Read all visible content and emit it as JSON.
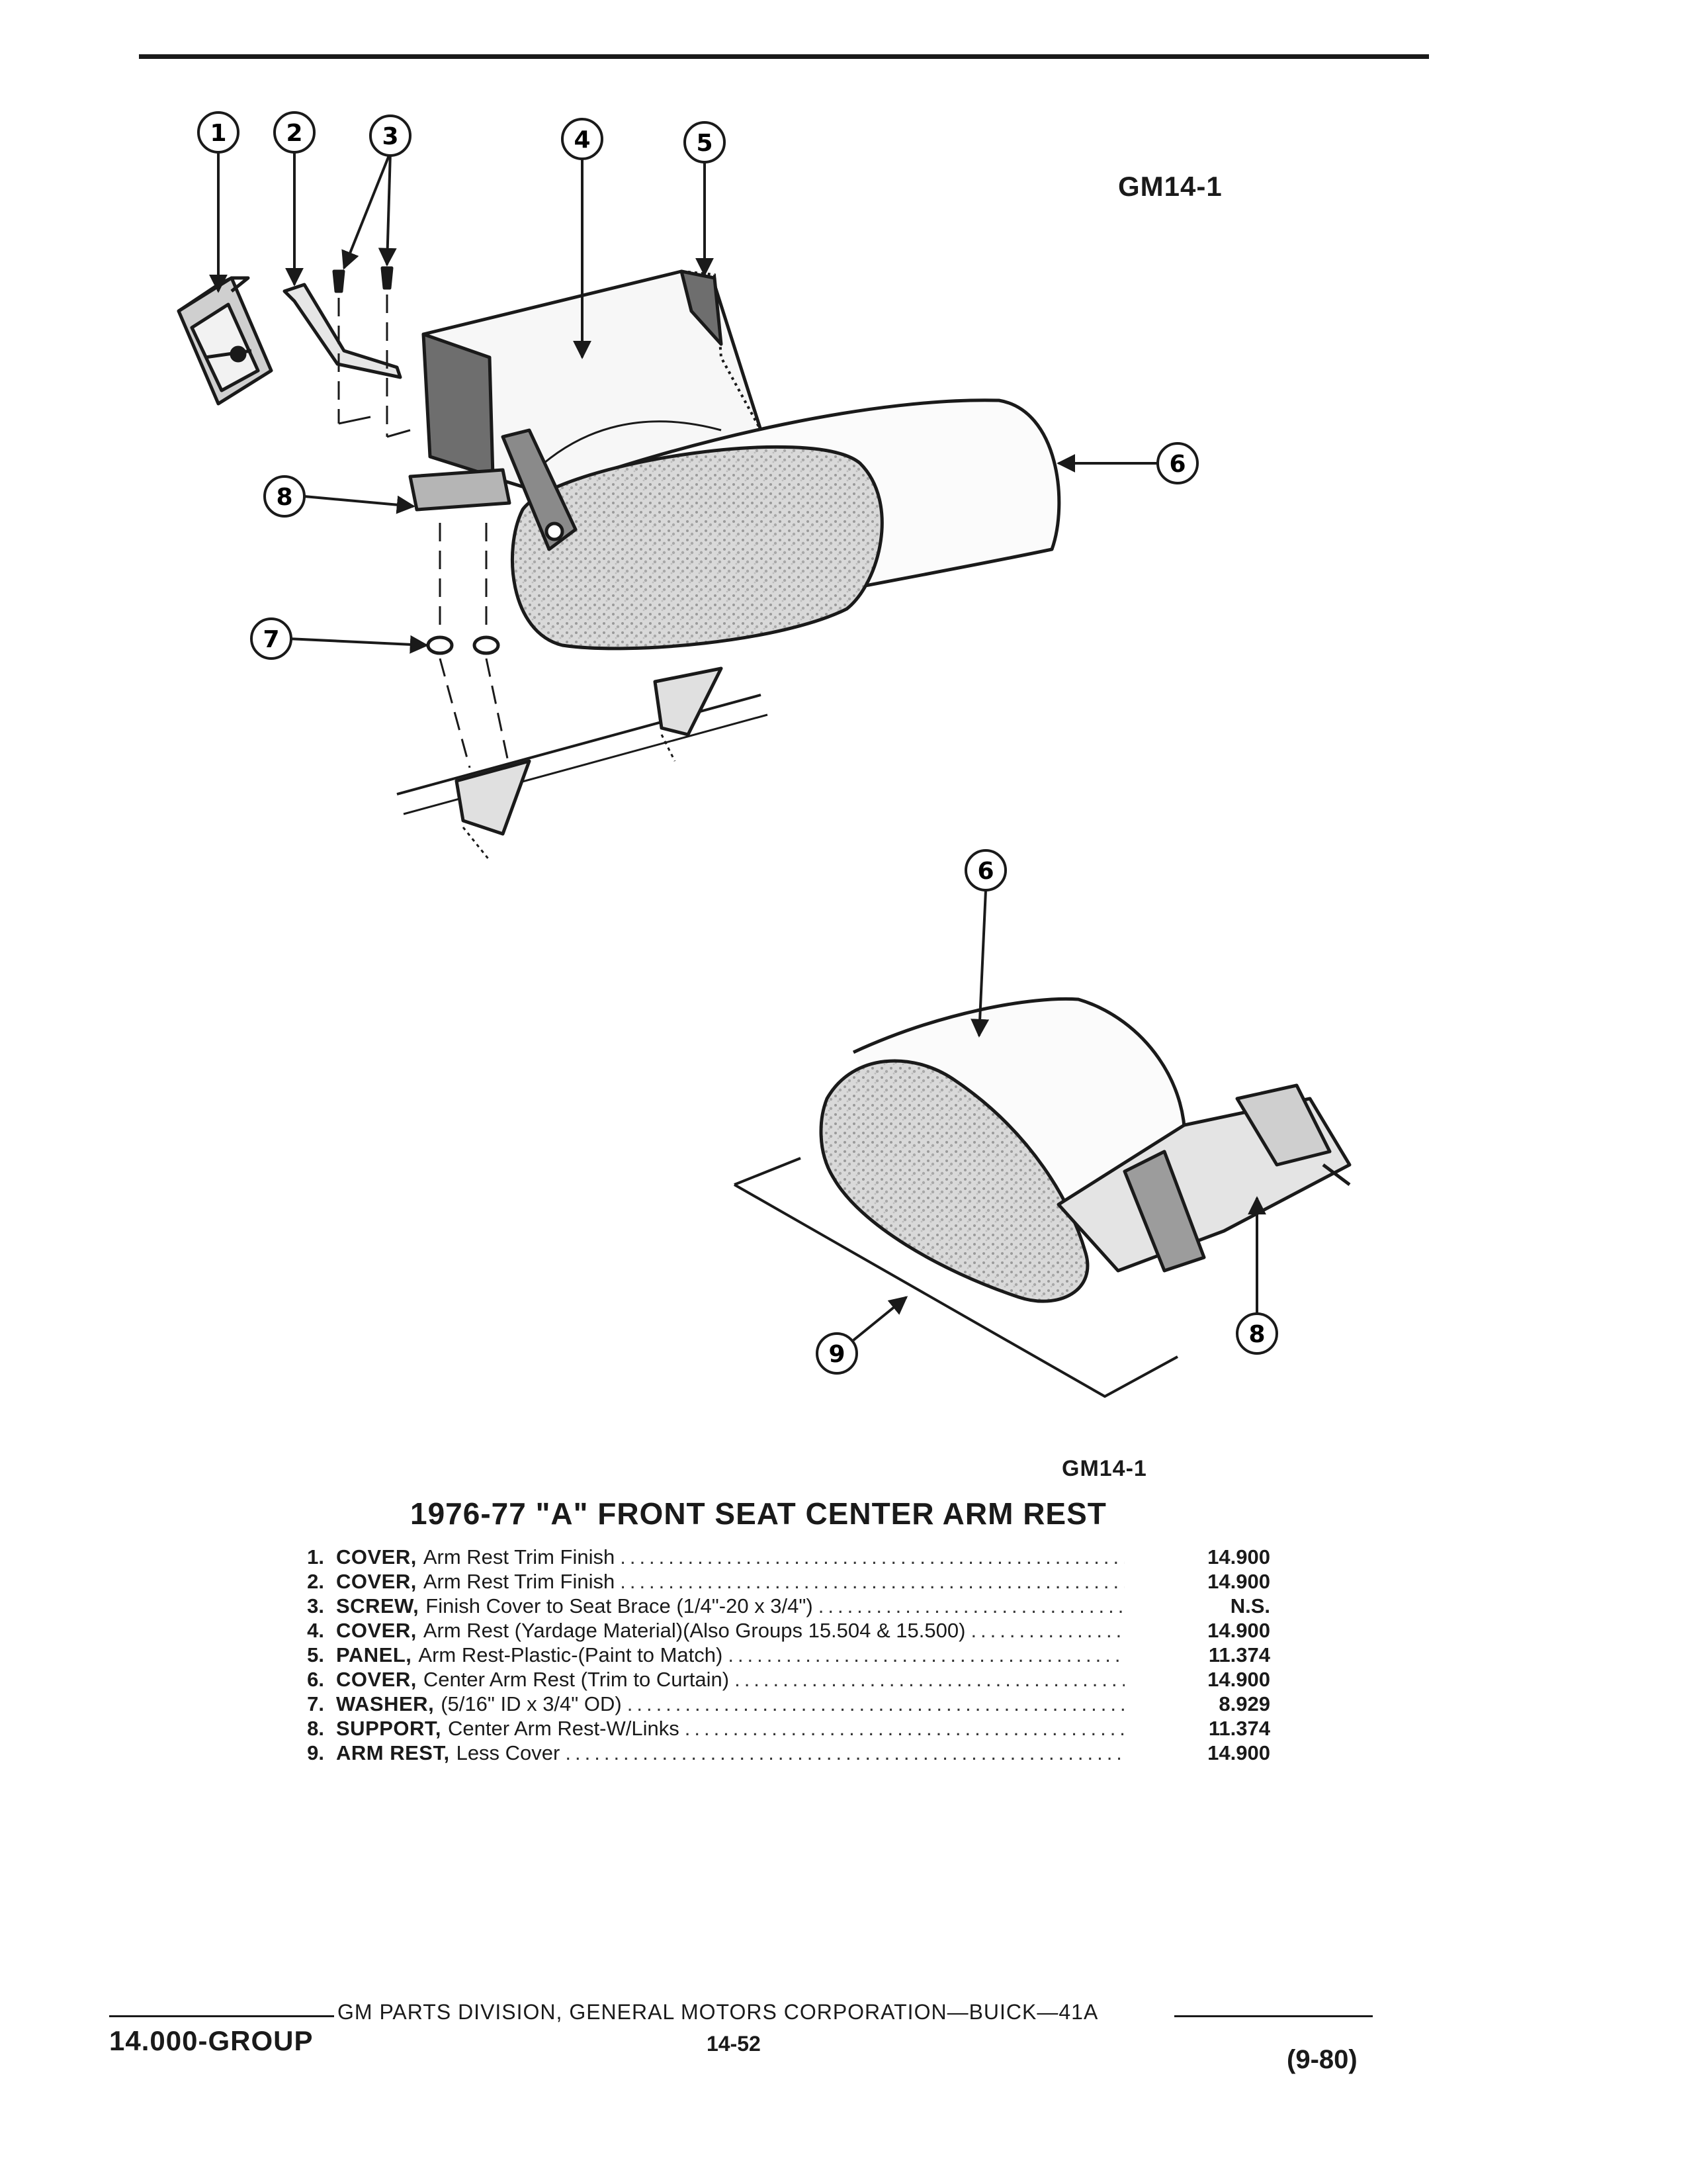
{
  "figure_code_top": "GM14-1",
  "figure_code_bottom": "GM14-1",
  "callouts": [
    "1",
    "2",
    "3",
    "4",
    "5",
    "6",
    "8",
    "7",
    "6",
    "9",
    "8"
  ],
  "section_title": "1976-77 \"A\" FRONT SEAT CENTER ARM REST",
  "parts": [
    {
      "num": "1.",
      "name": "COVER,",
      "desc": "Arm Rest Trim Finish",
      "group": "14.900"
    },
    {
      "num": "2.",
      "name": "COVER,",
      "desc": "Arm Rest Trim Finish",
      "group": "14.900"
    },
    {
      "num": "3.",
      "name": "SCREW,",
      "desc": "Finish Cover to Seat Brace (1/4\"-20 x 3/4\")",
      "group": "N.S."
    },
    {
      "num": "4.",
      "name": "COVER,",
      "desc": "Arm Rest (Yardage Material)(Also Groups 15.504 & 15.500)",
      "group": "14.900"
    },
    {
      "num": "5.",
      "name": "PANEL,",
      "desc": "Arm Rest-Plastic-(Paint to Match)",
      "group": "11.374"
    },
    {
      "num": "6.",
      "name": "COVER,",
      "desc": "Center Arm Rest (Trim to Curtain)",
      "group": "14.900"
    },
    {
      "num": "7.",
      "name": "WASHER,",
      "desc": "(5/16\" ID x 3/4\" OD)",
      "group": "8.929"
    },
    {
      "num": "8.",
      "name": "SUPPORT,",
      "desc": "Center Arm Rest-W/Links",
      "group": "11.374"
    },
    {
      "num": "9.",
      "name": "ARM REST,",
      "desc": "Less Cover",
      "group": "14.900"
    }
  ],
  "footer": {
    "corporation": "GM PARTS DIVISION, GENERAL MOTORS CORPORATION—BUICK—41A",
    "group": "14.000-GROUP",
    "page": "14-52",
    "date": "(9-80)"
  }
}
